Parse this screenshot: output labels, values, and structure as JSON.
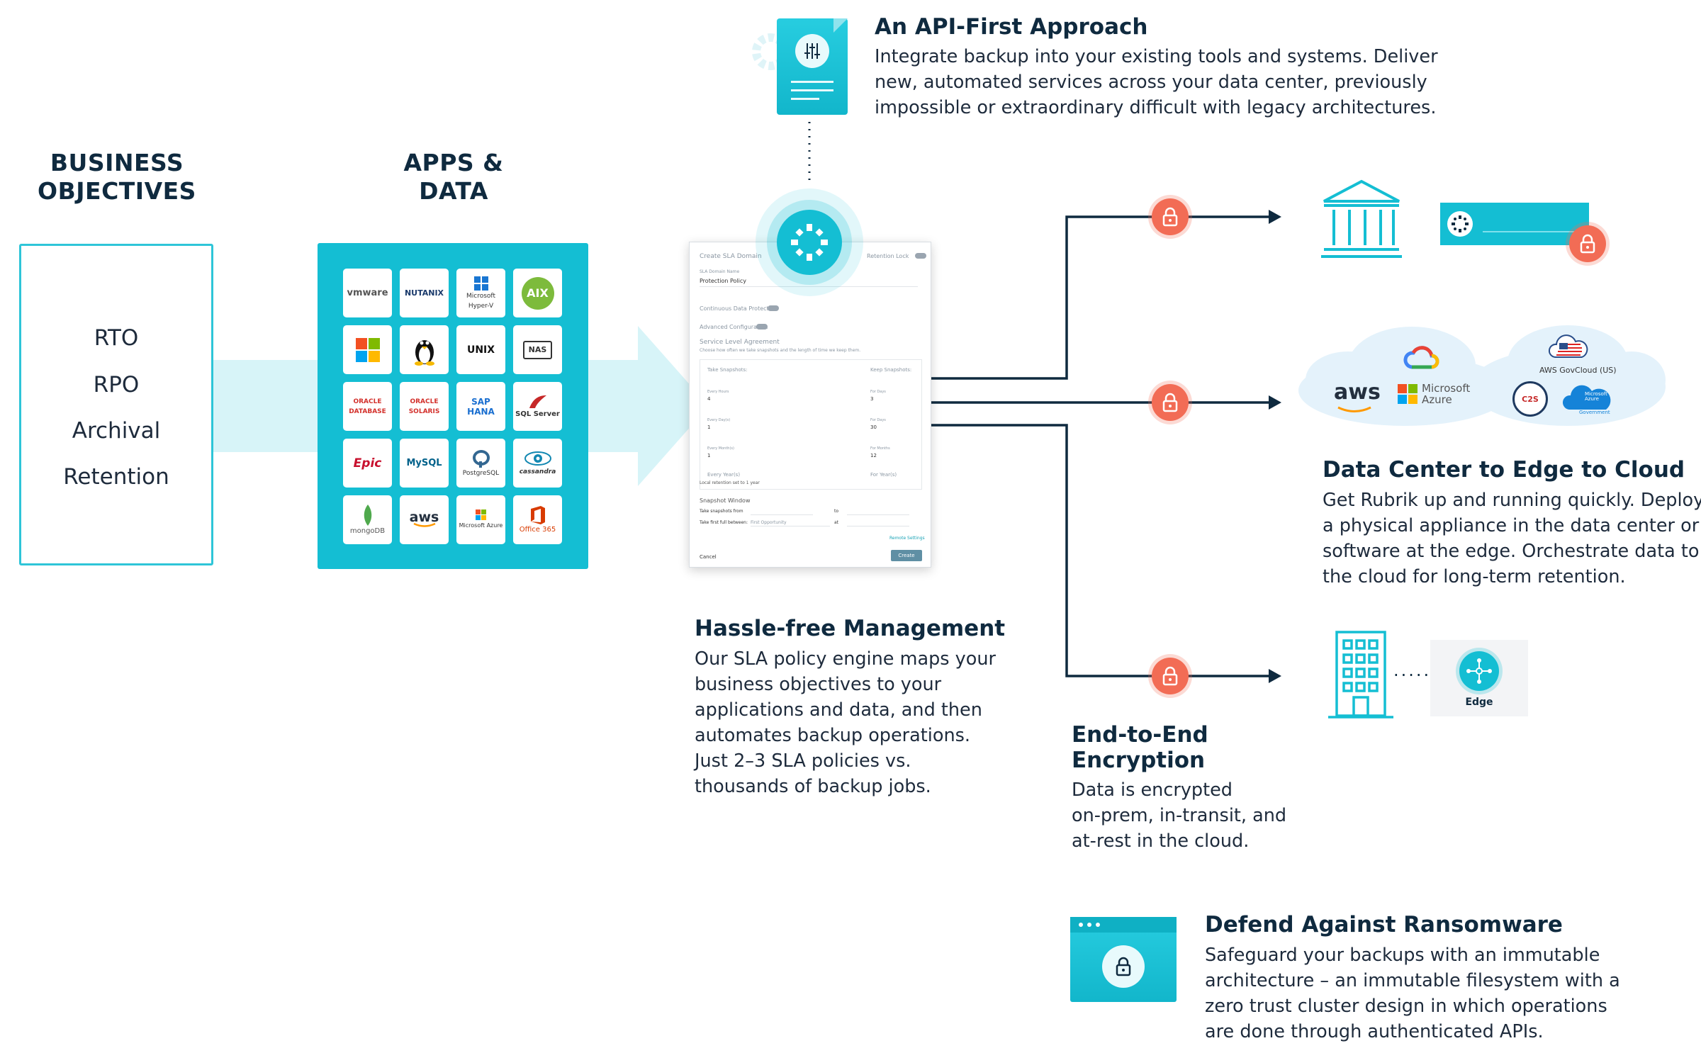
{
  "columns": {
    "business_objectives": "BUSINESS OBJECTIVES",
    "business_objectives_line1": "BUSINESS",
    "business_objectives_line2": "OBJECTIVES",
    "apps_data_line1": "APPS &",
    "apps_data_line2": "DATA"
  },
  "objectives": [
    "RTO",
    "RPO",
    "Archival",
    "Retention"
  ],
  "app_tiles": [
    [
      "vmware",
      "NUTANIX",
      "Microsoft Hyper-V",
      "AIX"
    ],
    [
      "windows",
      "linux",
      "UNIX",
      "NAS"
    ],
    [
      "ORACLE DATABASE",
      "ORACLE SOLARIS",
      "SAP HANA",
      "SQL Server"
    ],
    [
      "Epic",
      "MySQL",
      "PostgreSQL",
      "cassandra"
    ],
    [
      "mongoDB",
      "aws",
      "Microsoft Azure",
      "Office 365"
    ]
  ],
  "sla_form": {
    "title": "Create SLA Domain",
    "retention_lock": "Retention Lock",
    "sla_domain_name_label": "SLA Domain Name",
    "sla_domain_name_value": "Protection Policy",
    "continuous_data_protection": "Continuous Data Protection",
    "advanced_configuration": "Advanced Configuration",
    "service_level_agreement": "Service Level Agreement",
    "sla_description": "Choose how often we take snapshots and the length of time we keep them.",
    "take_snapshots": "Take Snapshots:",
    "keep_snapshots": "Keep Snapshots:",
    "rows": [
      {
        "left_label": "Every Hours",
        "left_value": "4",
        "right_label": "For Days",
        "right_value": "3"
      },
      {
        "left_label": "Every Day(s)",
        "left_value": "1",
        "right_label": "For Days",
        "right_value": "30"
      },
      {
        "left_label": "Every Month(s)",
        "left_value": "1",
        "right_label": "For Months",
        "right_value": "12"
      },
      {
        "left_label": "Every Year(s)",
        "left_value": "",
        "right_label": "For Year(s)",
        "right_value": ""
      }
    ],
    "local_retention": "Local retention set to 1 year",
    "snapshot_window": "Snapshot Window",
    "take_snapshots_from": "Take snapshots from",
    "to": "to",
    "take_first_full": "Take first full between:",
    "first_opportunity": "First Opportunity",
    "at": "at",
    "remote_settings": "Remote Settings",
    "cancel": "Cancel",
    "create": "Create"
  },
  "api_first": {
    "title": "An API-First Approach",
    "lines": [
      "Integrate backup into your existing tools and systems. Deliver",
      "new, automated services across your data center, previously",
      "impossible or extraordinary difficult with legacy architectures."
    ]
  },
  "hassle_free": {
    "title": "Hassle-free Management",
    "lines": [
      "Our SLA policy engine maps your",
      "business objectives to your",
      "applications and data, and then",
      "automates backup operations.",
      "Just 2–3 SLA policies vs.",
      "thousands of backup jobs."
    ]
  },
  "encryption": {
    "title_line1": "End-to-End",
    "title_line2": "Encryption",
    "lines": [
      "Data is encrypted",
      "on-prem, in-transit, and",
      "at-rest in the cloud."
    ]
  },
  "data_center": {
    "title": "Data Center to Edge to Cloud",
    "lines": [
      "Get Rubrik up and running quickly. Deploy",
      "a physical appliance in the data center or",
      "software at the edge. Orchestrate data to",
      "the cloud for long-term retention."
    ]
  },
  "ransomware": {
    "title": "Defend Against Ransomware",
    "lines": [
      "Safeguard your backups with an immutable",
      "architecture – an immutable filesystem with a",
      "zero trust cluster design in which operations",
      "are done through authenticated APIs."
    ]
  },
  "cloud_labels": {
    "aws": "aws",
    "microsoft_azure_line1": "Microsoft",
    "microsoft_azure_line2": "Azure",
    "aws_govcloud": "AWS GovCloud (US)",
    "c2s": "C2S",
    "azure_government_line1": "Microsoft",
    "azure_government_line2": "Azure",
    "azure_government_line3": "Government"
  },
  "edge_label": "Edge",
  "edge_dots": ".....",
  "icons": {
    "api_document": "document-sliders-icon",
    "rubrik_hub": "rubrik-logo-icon",
    "lock": "padlock-icon",
    "datacenter": "bank-building-icon",
    "appliance": "rubrik-appliance-icon",
    "office_building": "office-building-icon",
    "edge": "edge-network-icon",
    "browser_lock": "browser-lock-icon",
    "gear": "gear-icon"
  },
  "colors": {
    "teal": "#14bed3",
    "teal_light": "#d6f5f9",
    "navy": "#0f2a3f",
    "coral": "#f26c55",
    "cloud": "#e8f3fb"
  }
}
